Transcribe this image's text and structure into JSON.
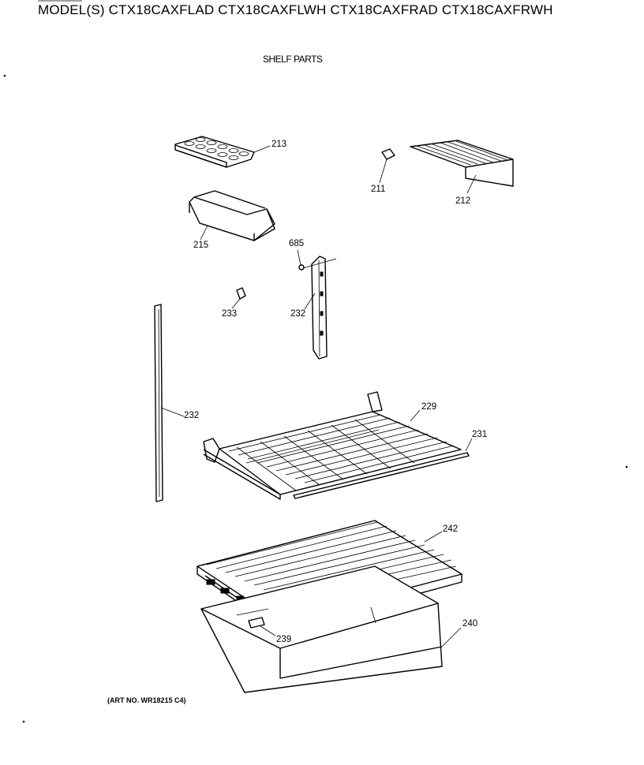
{
  "header": {
    "models": "MODEL(S) CTX18CAXFLAD CTX18CAXFLWH CTX18CAXFRAD CTX18CAXFRWH",
    "section": "SHELF PARTS"
  },
  "footer": {
    "art_number": "(ART NO. WR18215 C4)"
  },
  "callouts": [
    {
      "id": "213",
      "label": "213"
    },
    {
      "id": "211",
      "label": "211"
    },
    {
      "id": "212",
      "label": "212"
    },
    {
      "id": "215",
      "label": "215"
    },
    {
      "id": "685",
      "label": "685"
    },
    {
      "id": "233",
      "label": "233"
    },
    {
      "id": "232a",
      "label": "232"
    },
    {
      "id": "232b",
      "label": "232"
    },
    {
      "id": "229",
      "label": "229"
    },
    {
      "id": "231",
      "label": "231"
    },
    {
      "id": "242",
      "label": "242"
    },
    {
      "id": "240",
      "label": "240"
    },
    {
      "id": "239",
      "label": "239"
    }
  ]
}
